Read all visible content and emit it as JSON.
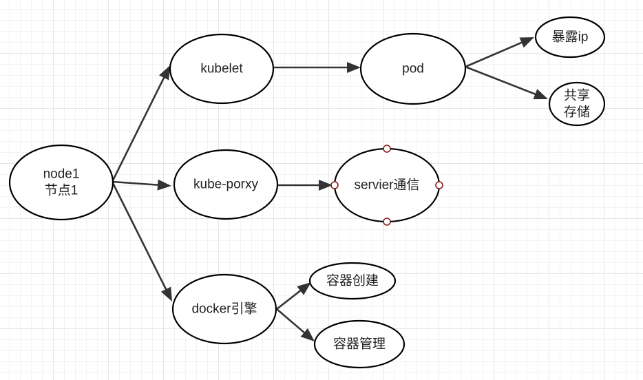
{
  "diagram": {
    "nodes": {
      "node1": {
        "lines": [
          "node1",
          "节点1"
        ]
      },
      "kubelet": {
        "lines": [
          "kubelet"
        ]
      },
      "kube_proxy": {
        "lines": [
          "kube-porxy"
        ]
      },
      "docker": {
        "lines": [
          "docker引擎"
        ]
      },
      "pod": {
        "lines": [
          "pod"
        ]
      },
      "expose_ip": {
        "lines": [
          "暴露ip"
        ]
      },
      "shared_storage": {
        "lines": [
          "共享",
          "存储"
        ]
      },
      "service_comm": {
        "lines": [
          "servier通信"
        ]
      },
      "container_create": {
        "lines": [
          "容器创建"
        ]
      },
      "container_manage": {
        "lines": [
          "容器管理"
        ]
      }
    },
    "edges": [
      {
        "from": "node1",
        "to": "kubelet"
      },
      {
        "from": "node1",
        "to": "kube_proxy"
      },
      {
        "from": "node1",
        "to": "docker"
      },
      {
        "from": "kubelet",
        "to": "pod"
      },
      {
        "from": "pod",
        "to": "expose_ip"
      },
      {
        "from": "pod",
        "to": "shared_storage"
      },
      {
        "from": "kube_proxy",
        "to": "service_comm"
      },
      {
        "from": "docker",
        "to": "container_create"
      },
      {
        "from": "docker",
        "to": "container_manage"
      }
    ],
    "selected_node": "service_comm",
    "colors": {
      "node_stroke": "#000000",
      "edge": "#333333",
      "selection_handle": "#8b1a1a",
      "grid": "#e6e6e6"
    }
  }
}
